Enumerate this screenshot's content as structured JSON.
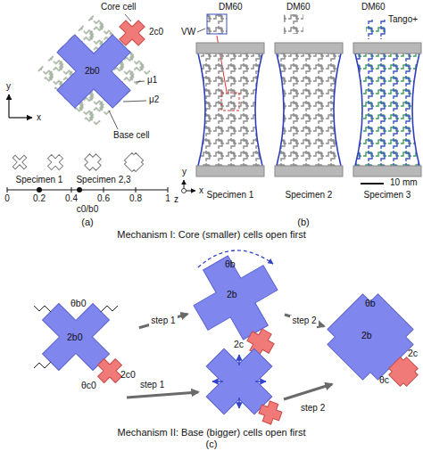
{
  "diagram": {
    "nodes": [
      {
        "text": [
          "θb0",
          "2b0",
          "2c0",
          "θc0"
        ]
      },
      {
        "text": [
          "θb",
          "2b",
          "2c"
        ]
      },
      {
        "text": [
          "θb",
          "2b",
          "θc",
          "2c"
        ]
      }
    ],
    "edges": [
      {
        "from": 0,
        "to": 1,
        "arrow": "to",
        "label": "step 1"
      },
      {
        "from": 1,
        "to": 2,
        "arrow": "to",
        "label": "step 2"
      }
    ],
    "labels": [
      "Core cell",
      "2c0",
      "μ1",
      "μ2",
      "2b0",
      "Base cell",
      "y",
      "x",
      "Specimen 1",
      "Specimen 2,3",
      "0",
      "0.2",
      "0.4",
      "0.6",
      "0.8",
      "1",
      "c0/b0",
      "(a)",
      "DM60",
      "VW",
      "DM60",
      "DM60",
      "Tango+",
      "Specimen 1",
      "Specimen 2",
      "Specimen 3",
      "10 mm",
      "y",
      "x",
      "z",
      "(b)",
      "Mechanism I: Core (smaller) cells open first",
      "step 1",
      "step 2",
      "Mechanism II: Base (bigger) cells open first",
      "(c)"
    ]
  }
}
